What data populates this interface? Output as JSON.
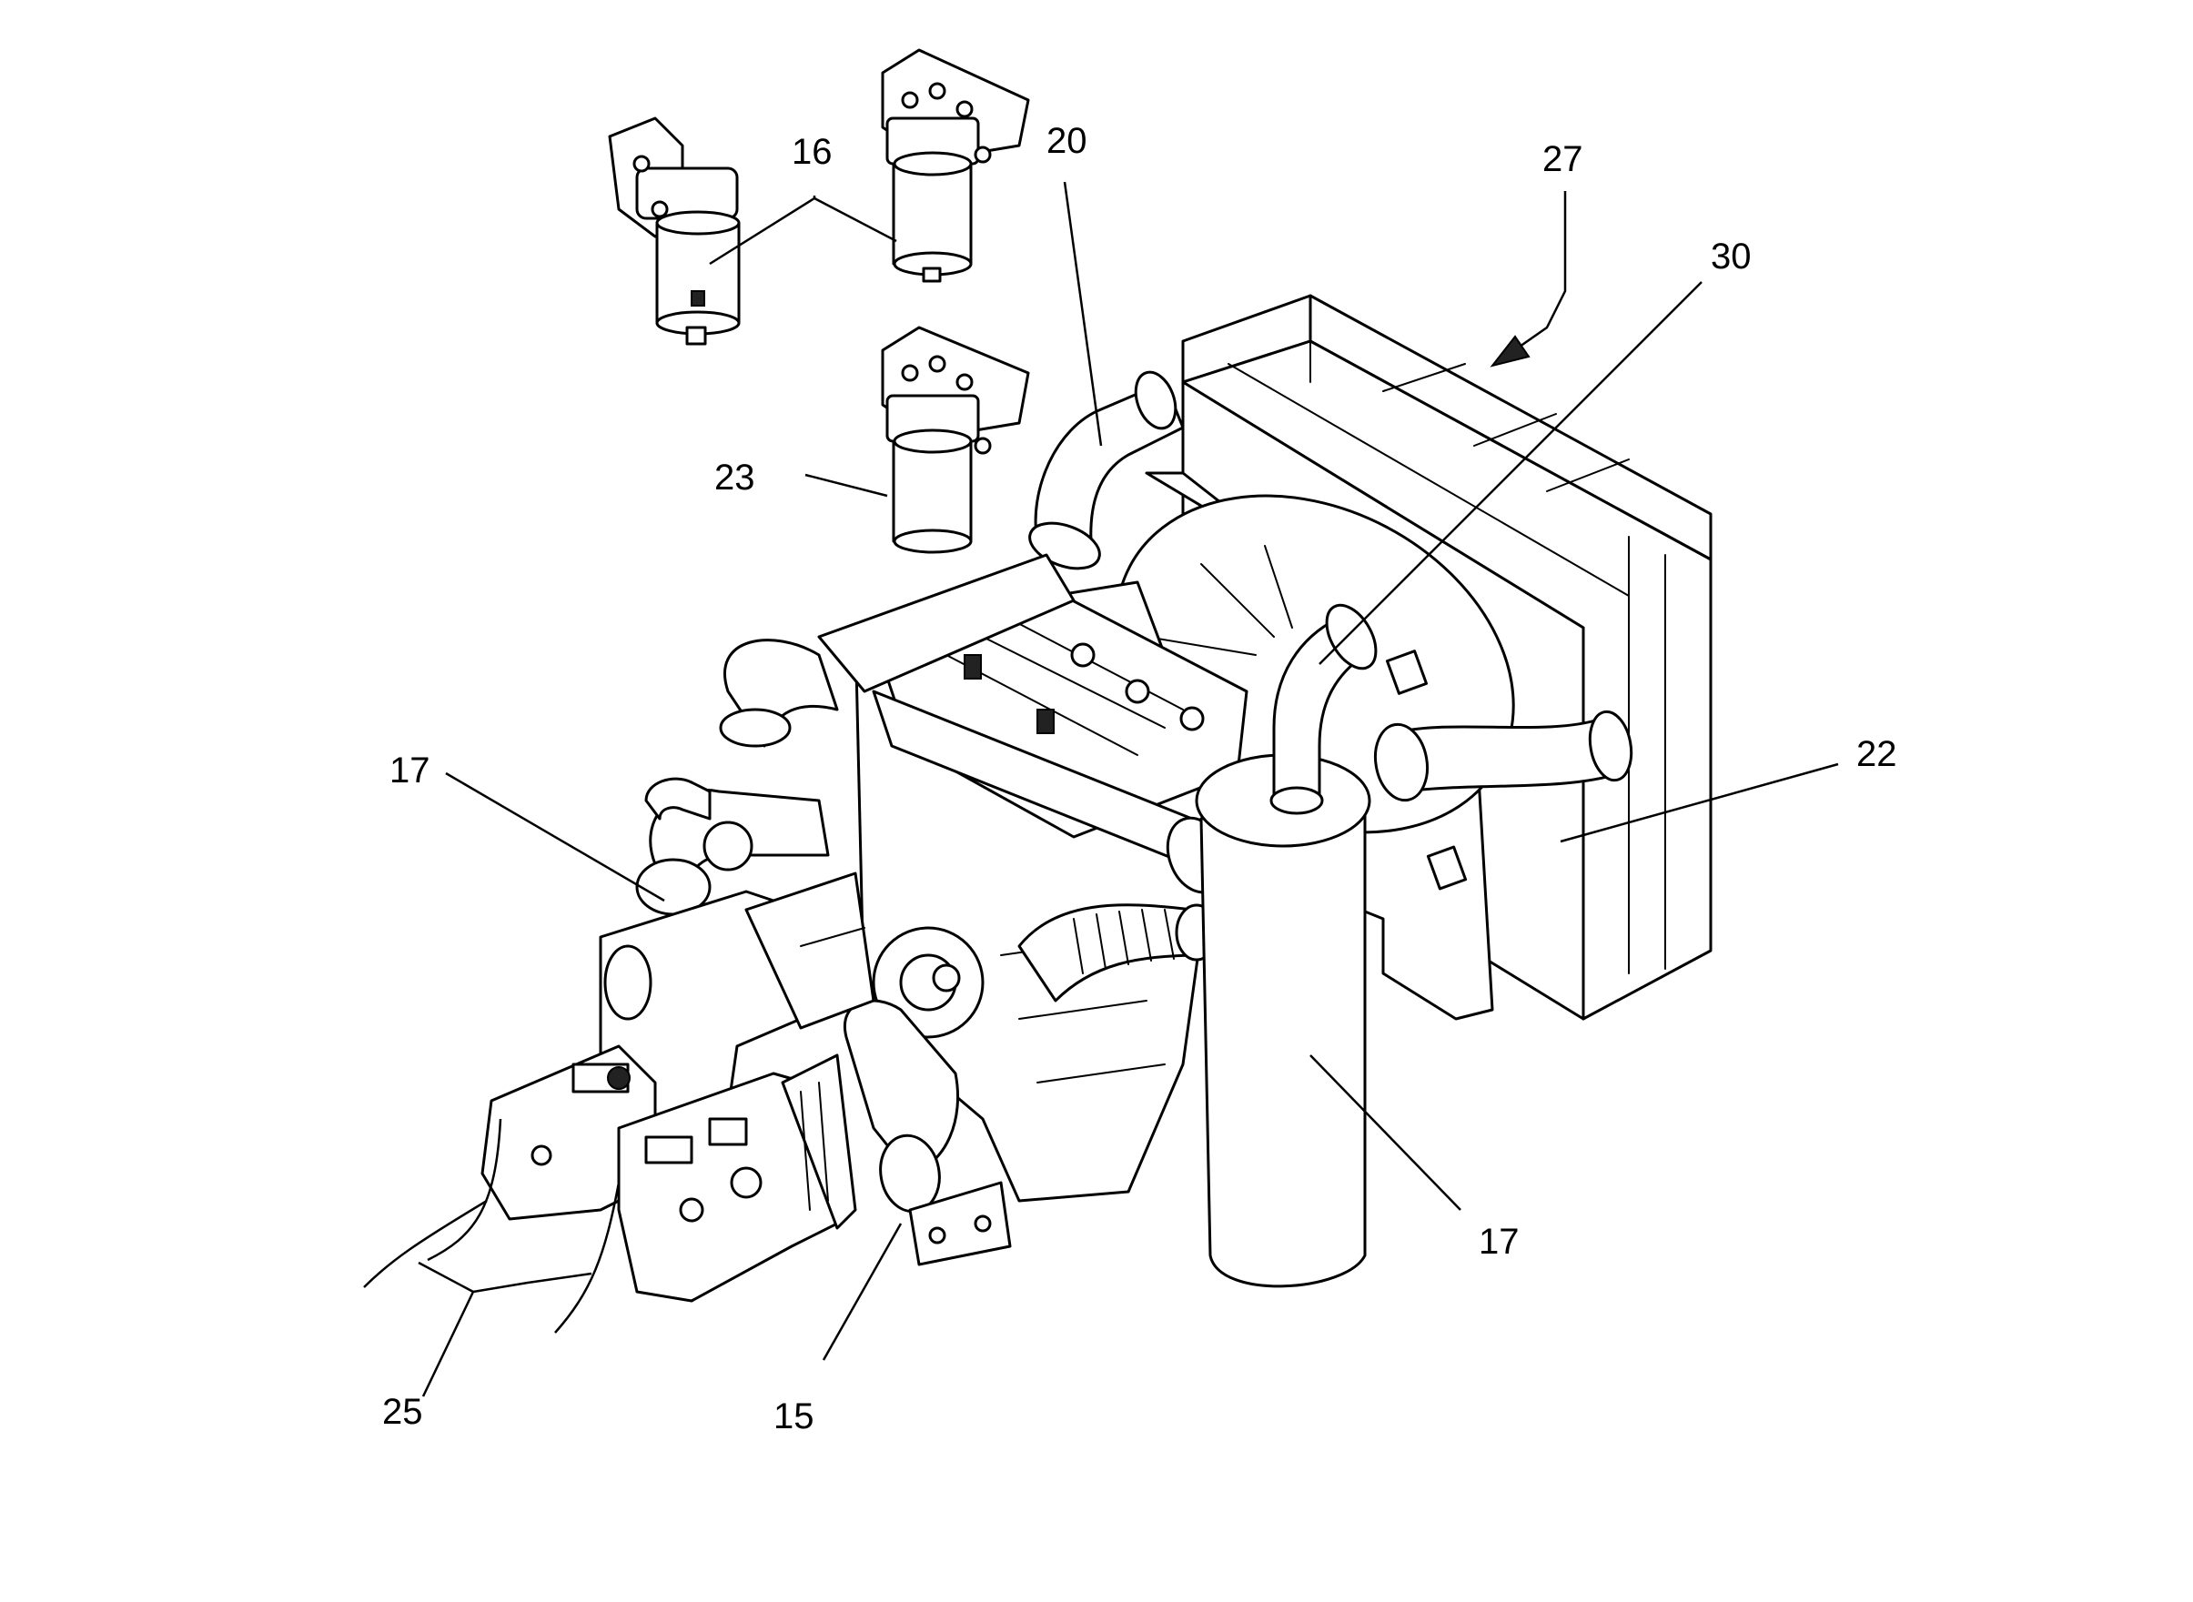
{
  "callouts": {
    "c15": "15",
    "c16": "16",
    "c17_left": "17",
    "c17_right": "17",
    "c20": "20",
    "c22": "22",
    "c23": "23",
    "c25": "25",
    "c27": "27",
    "c30": "30"
  }
}
